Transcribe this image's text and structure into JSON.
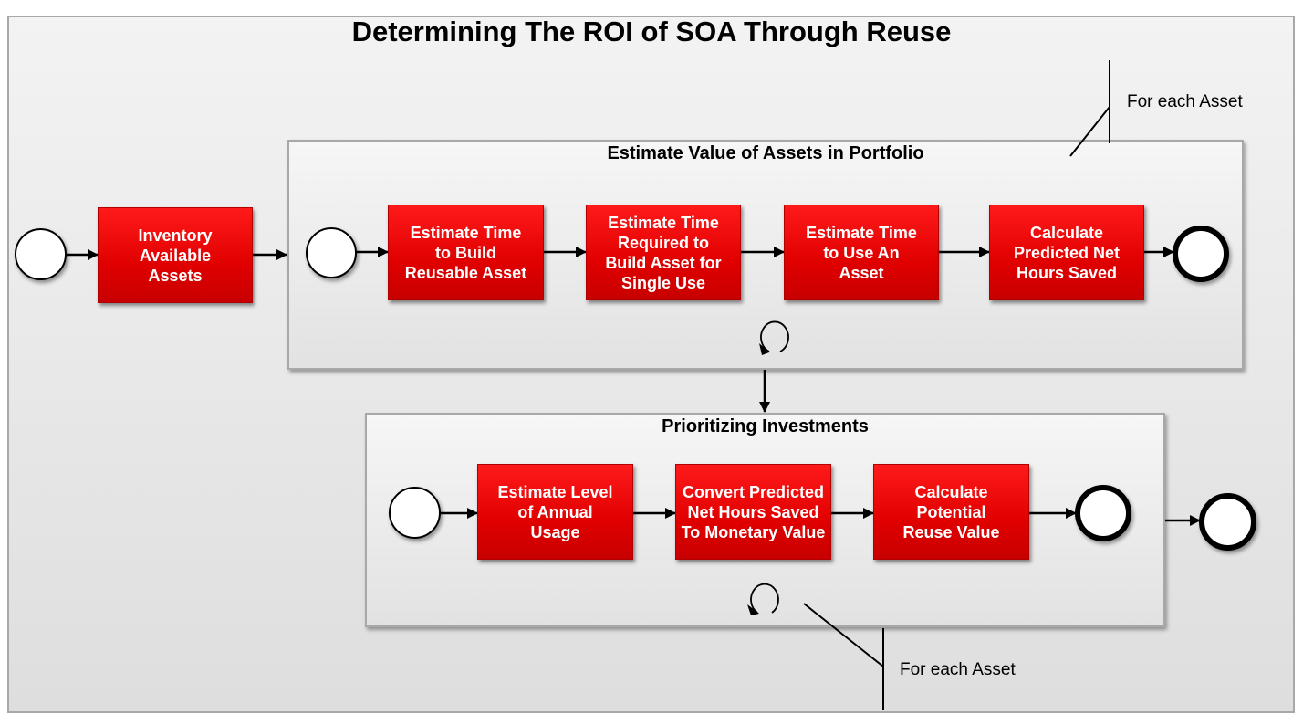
{
  "title": "Determining The ROI of SOA Through Reuse",
  "main_flow": {
    "task": "Inventory\nAvailable\nAssets"
  },
  "estimate_pool": {
    "title": "Estimate Value of Assets in Portfolio",
    "loop_annotation": "For each Asset",
    "tasks": [
      "Estimate Time\nto Build\nReusable Asset",
      "Estimate Time\nRequired to\nBuild Asset for\nSingle Use",
      "Estimate Time\nto Use An\nAsset",
      "Calculate\nPredicted Net\nHours Saved"
    ]
  },
  "prioritize_pool": {
    "title": "Prioritizing Investments",
    "loop_annotation": "For each Asset",
    "tasks": [
      "Estimate Level\nof Annual\nUsage",
      "Convert Predicted\nNet Hours Saved\nTo Monetary Value",
      "Calculate\nPotential\nReuse Value"
    ]
  },
  "colors": {
    "task_fill": "#e60000",
    "task_text": "#ffffff",
    "background": "#ececec"
  }
}
